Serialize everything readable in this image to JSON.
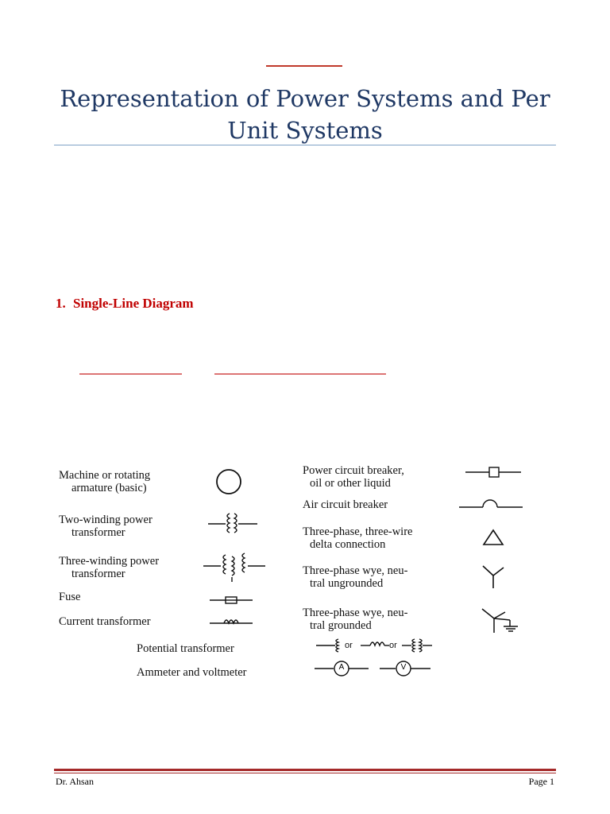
{
  "header": {
    "title_line1": "Representation of Power Systems and Per",
    "title_line2": "Unit Systems"
  },
  "section": {
    "number": "1.",
    "heading": "Single-Line Diagram"
  },
  "symbols": {
    "machine": {
      "line1": "Machine or rotating",
      "line2": "armature (basic)"
    },
    "two_winding": {
      "line1": "Two-winding power",
      "line2": "transformer"
    },
    "three_winding": {
      "line1": "Three-winding power",
      "line2": "transformer"
    },
    "fuse": {
      "line1": "Fuse"
    },
    "current_transformer": {
      "line1": "Current transformer"
    },
    "potential_transformer": {
      "line1": "Potential transformer",
      "or1": "or",
      "or2": "or"
    },
    "meters": {
      "line1": "Ammeter and voltmeter",
      "ammeter": "A",
      "voltmeter": "V"
    },
    "power_breaker": {
      "line1": "Power circuit breaker,",
      "line2": "oil or other liquid"
    },
    "air_breaker": {
      "line1": "Air circuit breaker"
    },
    "delta": {
      "line1": "Three-phase, three-wire",
      "line2": "delta connection"
    },
    "wye_ungrounded": {
      "line1": "Three-phase wye, neu-",
      "line2": "tral ungrounded"
    },
    "wye_grounded": {
      "line1": "Three-phase wye, neu-",
      "line2": "tral grounded"
    }
  },
  "footer": {
    "author": "Dr. Ahsan",
    "page": "Page 1"
  }
}
